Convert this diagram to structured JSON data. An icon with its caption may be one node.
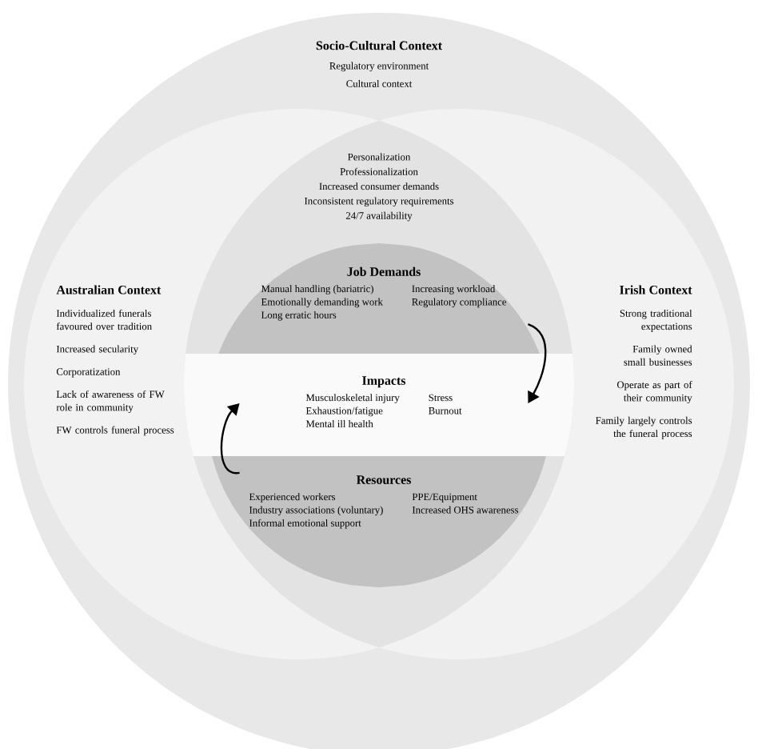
{
  "diagram": {
    "nodes": [
      {
        "text": [
          "Socio-Cultural Context",
          "Regulatory environment",
          "Cultural context"
        ]
      },
      {
        "text": [
          "Australian Context",
          "Individualized funerals favoured over tradition",
          "Increased secularity",
          "Corporatization",
          "Lack of awareness of FW role in community",
          "FW controls funeral process"
        ],
        "in": 0
      },
      {
        "text": [
          "Irish Context",
          "Strong traditional expectations",
          "Family owned small businesses",
          "Operate as part of their community",
          "Family largely controls the funeral process"
        ],
        "in": 0
      },
      {
        "text": [
          "Personalization",
          "Professionalization",
          "Increased consumer demands",
          "Inconsistent regulatory requirements",
          "24/7 availability"
        ],
        "in": 0
      },
      {
        "text": [
          "Job Demands",
          "Manual handling (bariatric)",
          "Emotionally demanding work",
          "Long erratic hours",
          "Increasing workload",
          "Regulatory compliance"
        ],
        "in": 3
      },
      {
        "text": [
          "Impacts",
          "Musculoskeletal injury",
          "Exhaustion/fatigue",
          "Mental ill health",
          "Stress",
          "Burnout"
        ],
        "in": 3
      },
      {
        "text": [
          "Resources",
          "Experienced workers",
          "Industry associations (voluntary)",
          "Informal emotional support",
          "PPE/Equipment",
          "Increased OHS awareness"
        ],
        "in": 3
      }
    ],
    "edges": [
      {
        "from": 4,
        "to": 5,
        "arrow": "to"
      },
      {
        "from": 6,
        "to": 5,
        "arrow": "to"
      }
    ]
  }
}
